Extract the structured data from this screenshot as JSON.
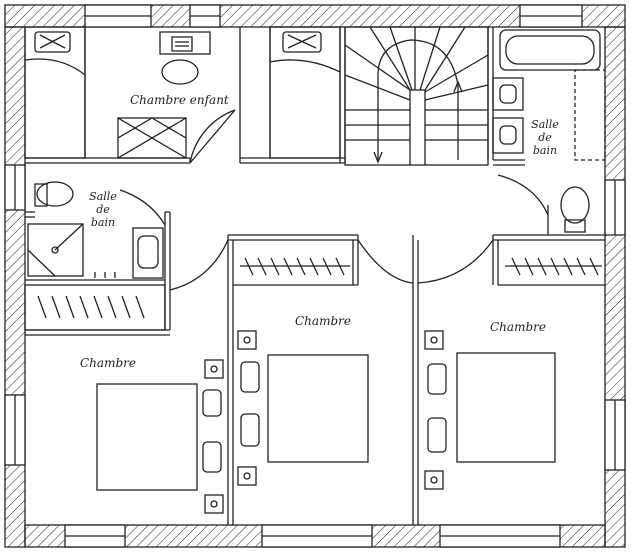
{
  "rooms": {
    "kids_room": "Chambre enfant",
    "bath_right": [
      "Salle",
      "de",
      "bain"
    ],
    "bath_left": [
      "Salle",
      "de",
      "bain"
    ],
    "bedroom_center": "Chambre",
    "bedroom_right": "Chambre",
    "bedroom_left": "Chambre"
  },
  "colors": {
    "ink": "#222222",
    "paper": "#ffffff"
  }
}
